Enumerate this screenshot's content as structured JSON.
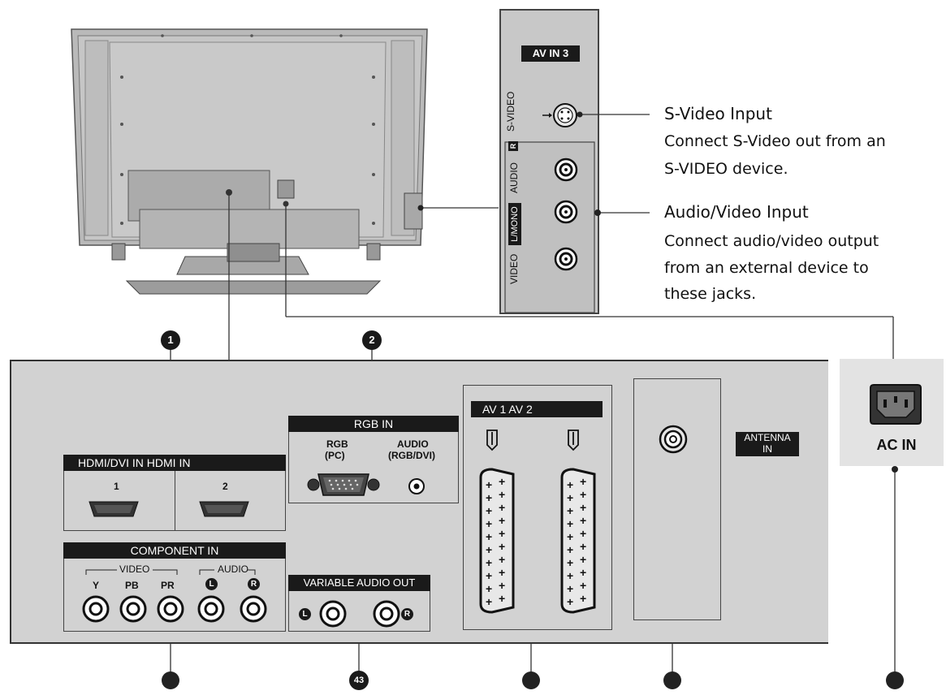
{
  "side_panel": {
    "header": "AV IN 3",
    "svideo_label": "S-VIDEO",
    "video_label": "VIDEO",
    "lmono_label": "L/MONO",
    "audio_label": "AUDIO",
    "r_badge": "R"
  },
  "callouts": {
    "svideo_title": "S-Video Input",
    "svideo_desc_1": "Connect S-Video out from an",
    "svideo_desc_2": "S-VIDEO device.",
    "av_title": "Audio/Video Input",
    "av_desc_1": "Connect audio/video output",
    "av_desc_2": "from an external device to",
    "av_desc_3": "these jacks."
  },
  "markers": {
    "m1": "1",
    "m2": "2",
    "m43": "43"
  },
  "rear_panel": {
    "hdmi_header": "HDMI/DVI IN HDMI IN",
    "hdmi_port_1": "1",
    "hdmi_port_2": "2",
    "component_header": "COMPONENT IN",
    "comp_video_group": "VIDEO",
    "comp_audio_group": "AUDIO",
    "comp_y": "Y",
    "comp_pb": "PB",
    "comp_pr": "PR",
    "comp_l": "L",
    "comp_r": "R",
    "rgb_header": "RGB IN",
    "rgb_pc_1": "RGB",
    "rgb_pc_2": "(PC)",
    "rgb_audio_1": "AUDIO",
    "rgb_audio_2": "(RGB/DVI)",
    "variable_header": "VARIABLE AUDIO OUT",
    "var_l": "L",
    "var_r": "R",
    "av_header": "AV 1 AV 2",
    "antenna_1": "ANTENNA",
    "antenna_2": "IN"
  },
  "ac": {
    "label": "AC IN"
  }
}
